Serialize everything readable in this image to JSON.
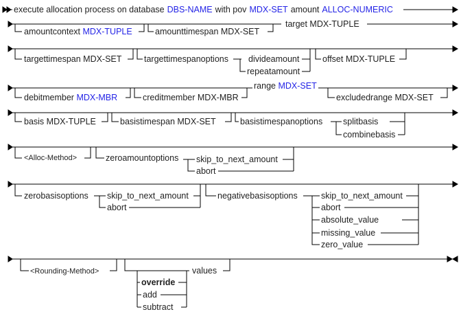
{
  "colors": {
    "variable": "#2424e6",
    "text": "#222222",
    "line": "#000000"
  },
  "row1": {
    "k1": "execute allocation process on database",
    "v1": "DBS-NAME",
    "k2": "with pov",
    "v2": "MDX-SET",
    "k3": "amount",
    "v3": "ALLOC-NUMERIC"
  },
  "row2": {
    "amountcontext": "amountcontext",
    "amountcontext_var": "MDX-TUPLE",
    "amounttimespan": "amounttimespan MDX-SET",
    "target": "target MDX-TUPLE"
  },
  "row3": {
    "targettimespan": "targettimespan MDX-SET",
    "targettimespanoptions": "targettimespanoptions",
    "divideamount": "divideamount",
    "repeatamount": "repeatamount",
    "offset": "offset MDX-TUPLE"
  },
  "row4": {
    "debitmember": "debitmember",
    "debitmember_var": "MDX-MBR",
    "creditmember": "creditmember MDX-MBR",
    "range": "range",
    "range_var": "MDX-SET",
    "excludedrange": "excludedrange MDX-SET"
  },
  "row5": {
    "basis": "basis MDX-TUPLE",
    "basistimespan": "basistimespan MDX-SET",
    "basistimespanoptions": "basistimespanoptions",
    "splitbasis": "splitbasis",
    "combinebasis": "combinebasis"
  },
  "row6": {
    "alloc_method": "<Alloc-Method>",
    "zeroamountoptions": "zeroamountoptions",
    "skip": "skip_to_next_amount",
    "abort": "abort"
  },
  "row7": {
    "zerobasisoptions": "zerobasisoptions",
    "skip": "skip_to_next_amount",
    "abort": "abort",
    "negativebasisoptions": "negativebasisoptions",
    "neg_options": [
      "skip_to_next_amount",
      "abort",
      "absolute_value",
      "missing_value",
      "zero_value"
    ]
  },
  "row8": {
    "rounding_method": "<Rounding-Method>",
    "override": "override",
    "add": "add",
    "subtract": "subtract",
    "values": "values"
  }
}
